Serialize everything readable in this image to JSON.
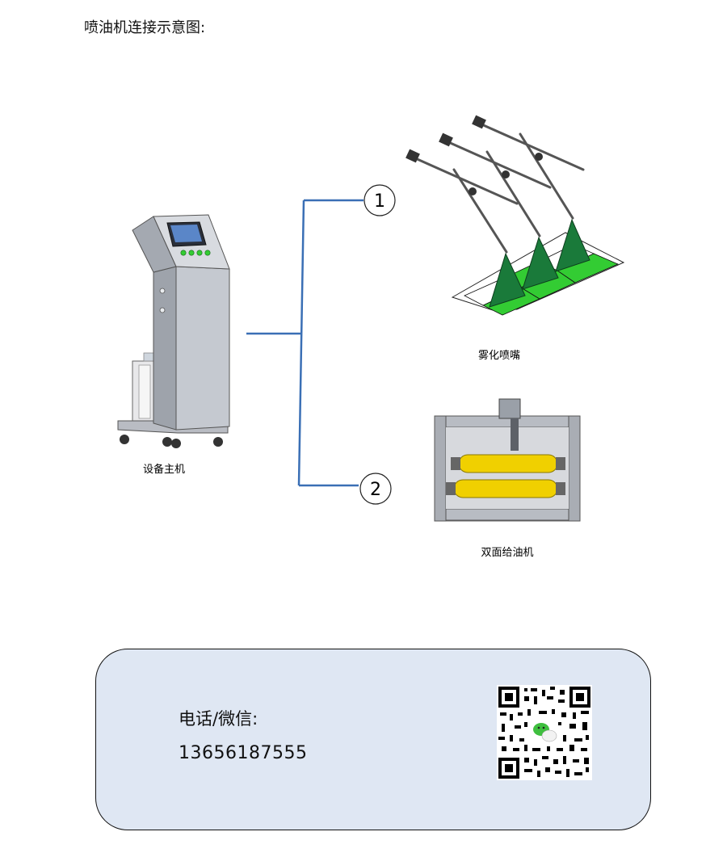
{
  "title": "喷油机连接示意图:",
  "diagram": {
    "main_unit_label": "设备主机",
    "nodes": [
      {
        "number": "1",
        "label": "雾化喷嘴"
      },
      {
        "number": "2",
        "label": "双面给油机"
      }
    ]
  },
  "contact": {
    "label": "电话/微信:",
    "phone": "13656187555"
  },
  "colors": {
    "connector": "#3a6fb5",
    "nozzle_green": "#33cc33",
    "cone_green": "#1a7a3a",
    "roller_yellow": "#f0d000",
    "card_bg": "#dfe7f3"
  }
}
